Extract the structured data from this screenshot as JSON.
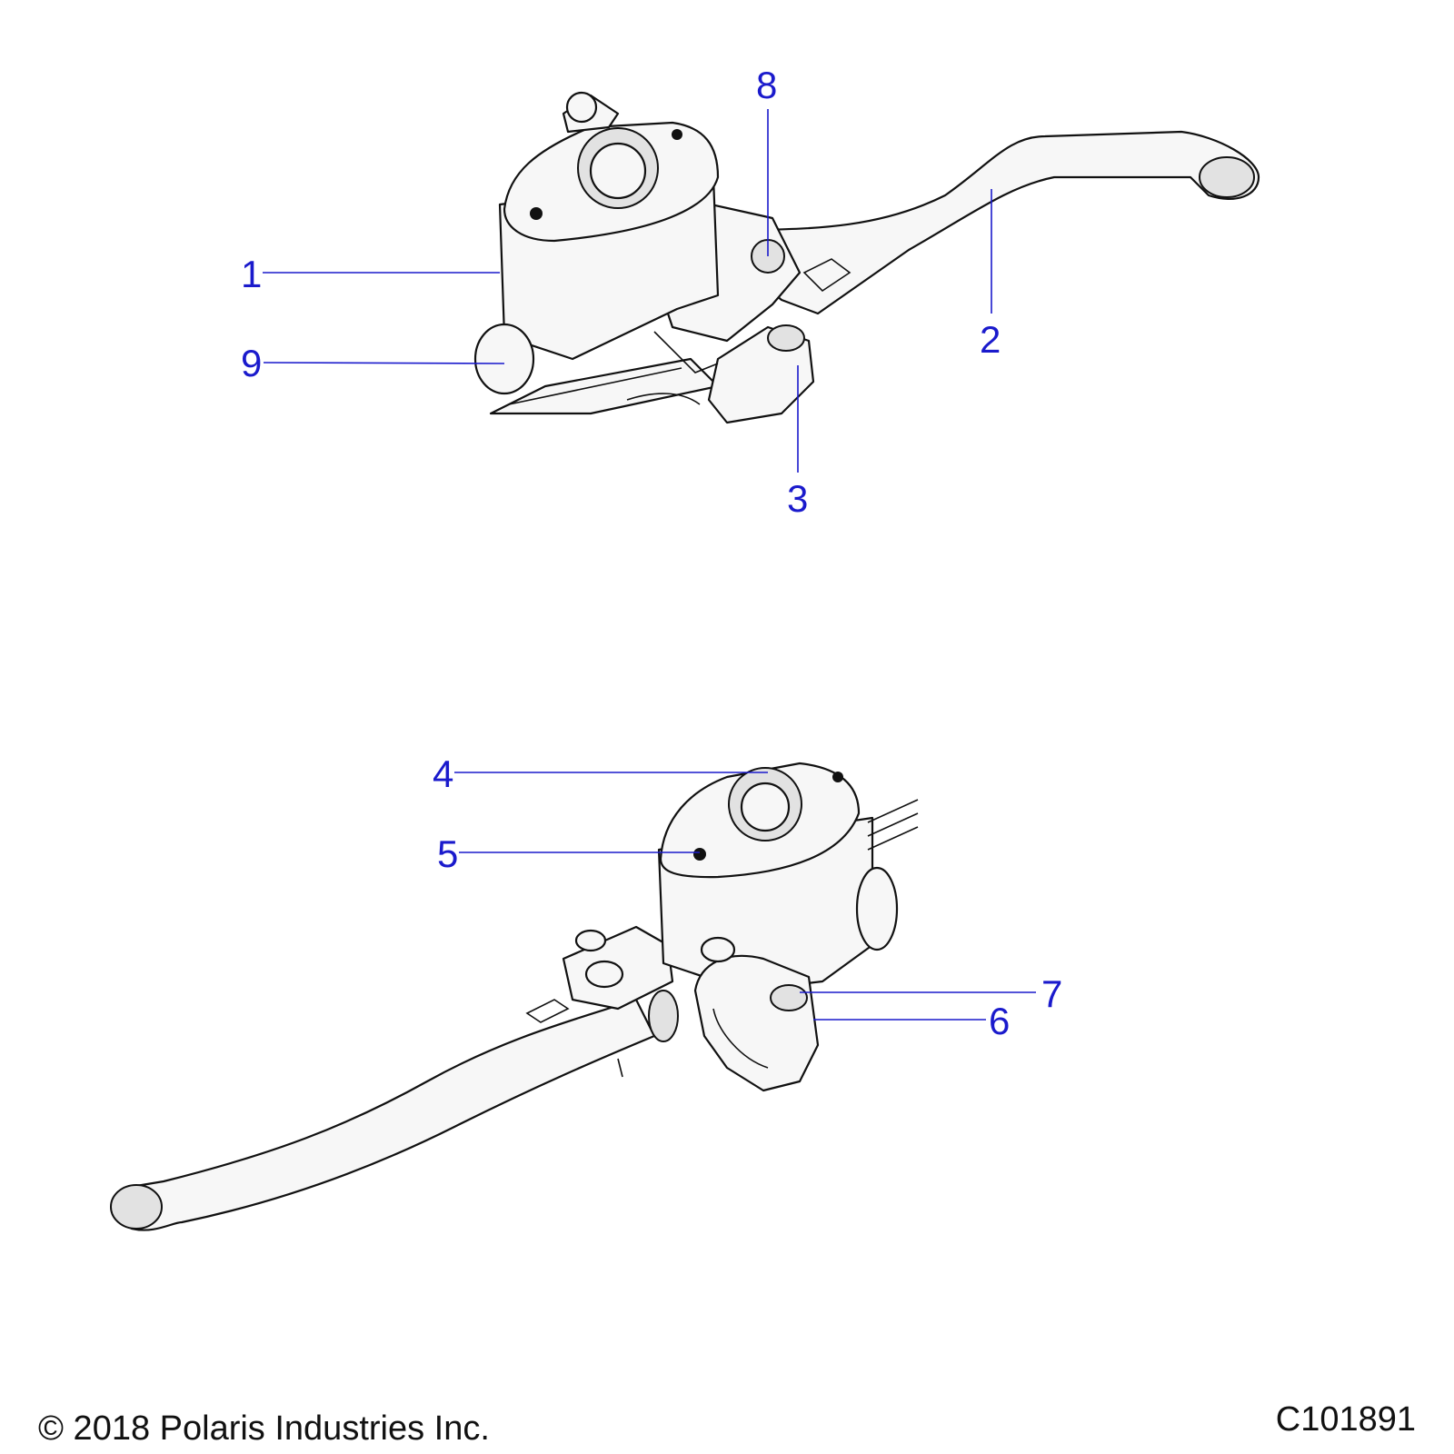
{
  "callouts": [
    {
      "id": "1",
      "label": "1"
    },
    {
      "id": "2",
      "label": "2"
    },
    {
      "id": "3",
      "label": "3"
    },
    {
      "id": "4",
      "label": "4"
    },
    {
      "id": "5",
      "label": "5"
    },
    {
      "id": "6",
      "label": "6"
    },
    {
      "id": "7",
      "label": "7"
    },
    {
      "id": "8",
      "label": "8"
    },
    {
      "id": "9",
      "label": "9"
    }
  ],
  "footer": {
    "copyright": "© 2018 Polaris Industries Inc.",
    "figure_id": "C101891"
  },
  "colors": {
    "callout": "#1a1acc",
    "line_art": "#111111",
    "background": "#ffffff"
  }
}
